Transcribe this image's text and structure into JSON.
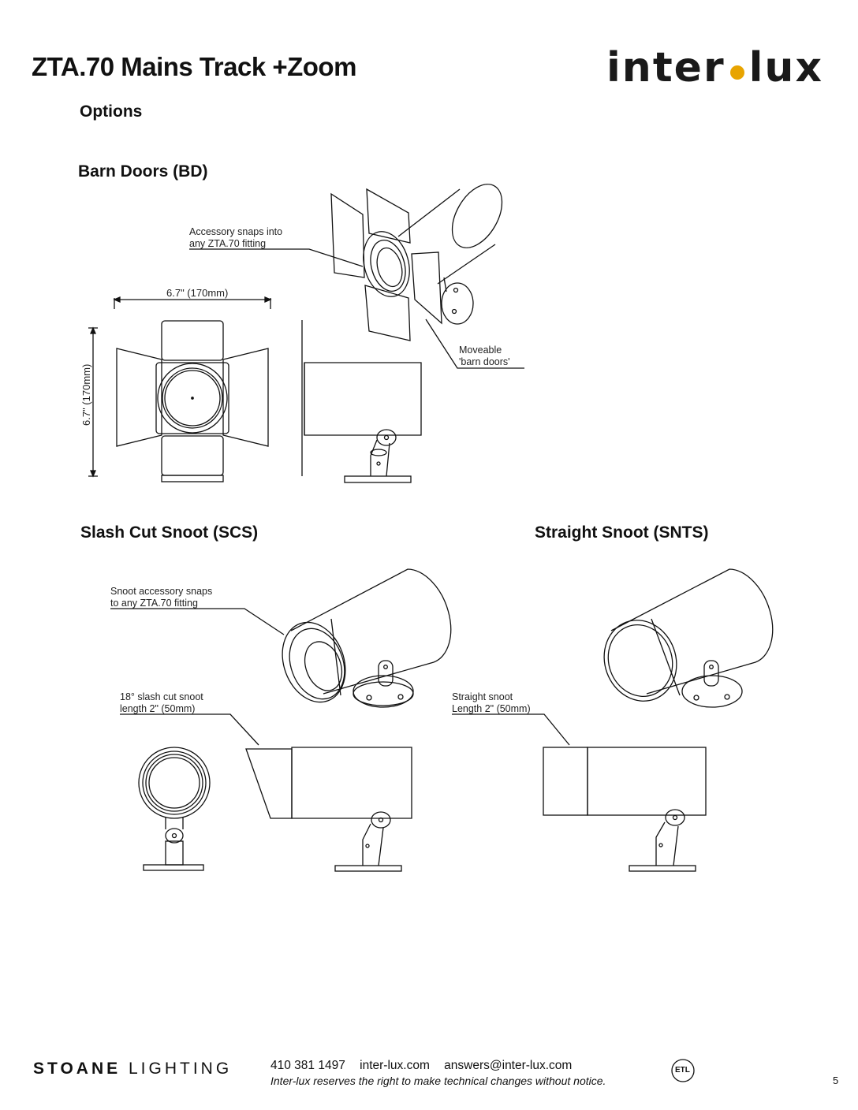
{
  "header": {
    "title": "ZTA.70 Mains Track +Zoom",
    "logo_left": "inter",
    "logo_right": "lux"
  },
  "options_heading": "Options",
  "barn_doors": {
    "heading": "Barn Doors (BD)",
    "callout_snap": [
      "Accessory snaps into",
      "any ZTA.70 fitting"
    ],
    "callout_moveable": [
      "Moveable",
      "'barn doors'"
    ],
    "width_dim": "6.7\" (170mm)",
    "height_dim": "6.7\" (170mm)"
  },
  "slash_cut": {
    "heading": "Slash Cut Snoot (SCS)",
    "callout_snap": [
      "Snoot accessory snaps",
      "to any ZTA.70 fitting"
    ],
    "callout_length": [
      "18° slash cut snoot",
      "length 2\" (50mm)"
    ]
  },
  "straight_snoot": {
    "heading": "Straight Snoot (SNTS)",
    "callout_length": [
      "Straight snoot",
      "Length 2\" (50mm)"
    ]
  },
  "footer": {
    "brand_bold": "STOANE",
    "brand_light": "LIGHTING",
    "phone": "410 381 1497",
    "website": "inter-lux.com",
    "email": "answers@inter-lux.com",
    "disclaimer": "Inter-lux reserves the right to make technical changes without notice.",
    "cert_mark": "ETL",
    "page_number": "5"
  },
  "colors": {
    "logo_dot": "#e8a400",
    "line": "#111111"
  }
}
